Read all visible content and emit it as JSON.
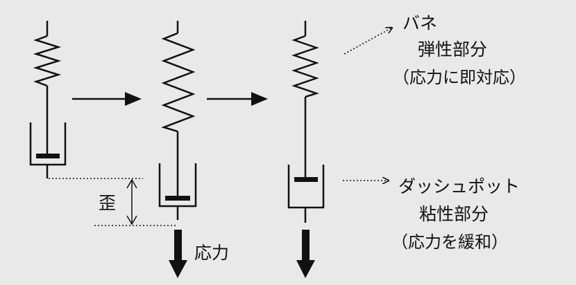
{
  "labels": {
    "spring_title": "バネ",
    "spring_part": "弾性部分",
    "spring_note": "（応力に即対応）",
    "dashpot_title": "ダッシュポット",
    "dashpot_part": "粘性部分",
    "dashpot_note": "（応力を緩和）",
    "strain": "歪",
    "stress": "応力"
  },
  "colors": {
    "ink": "#111111",
    "background": "#e9e9e9"
  },
  "icons": [
    "spring-icon",
    "dashpot-icon",
    "right-arrow-icon",
    "down-arrow-icon",
    "double-headed-arrow-icon",
    "dotted-pointer-arrow-icon"
  ]
}
